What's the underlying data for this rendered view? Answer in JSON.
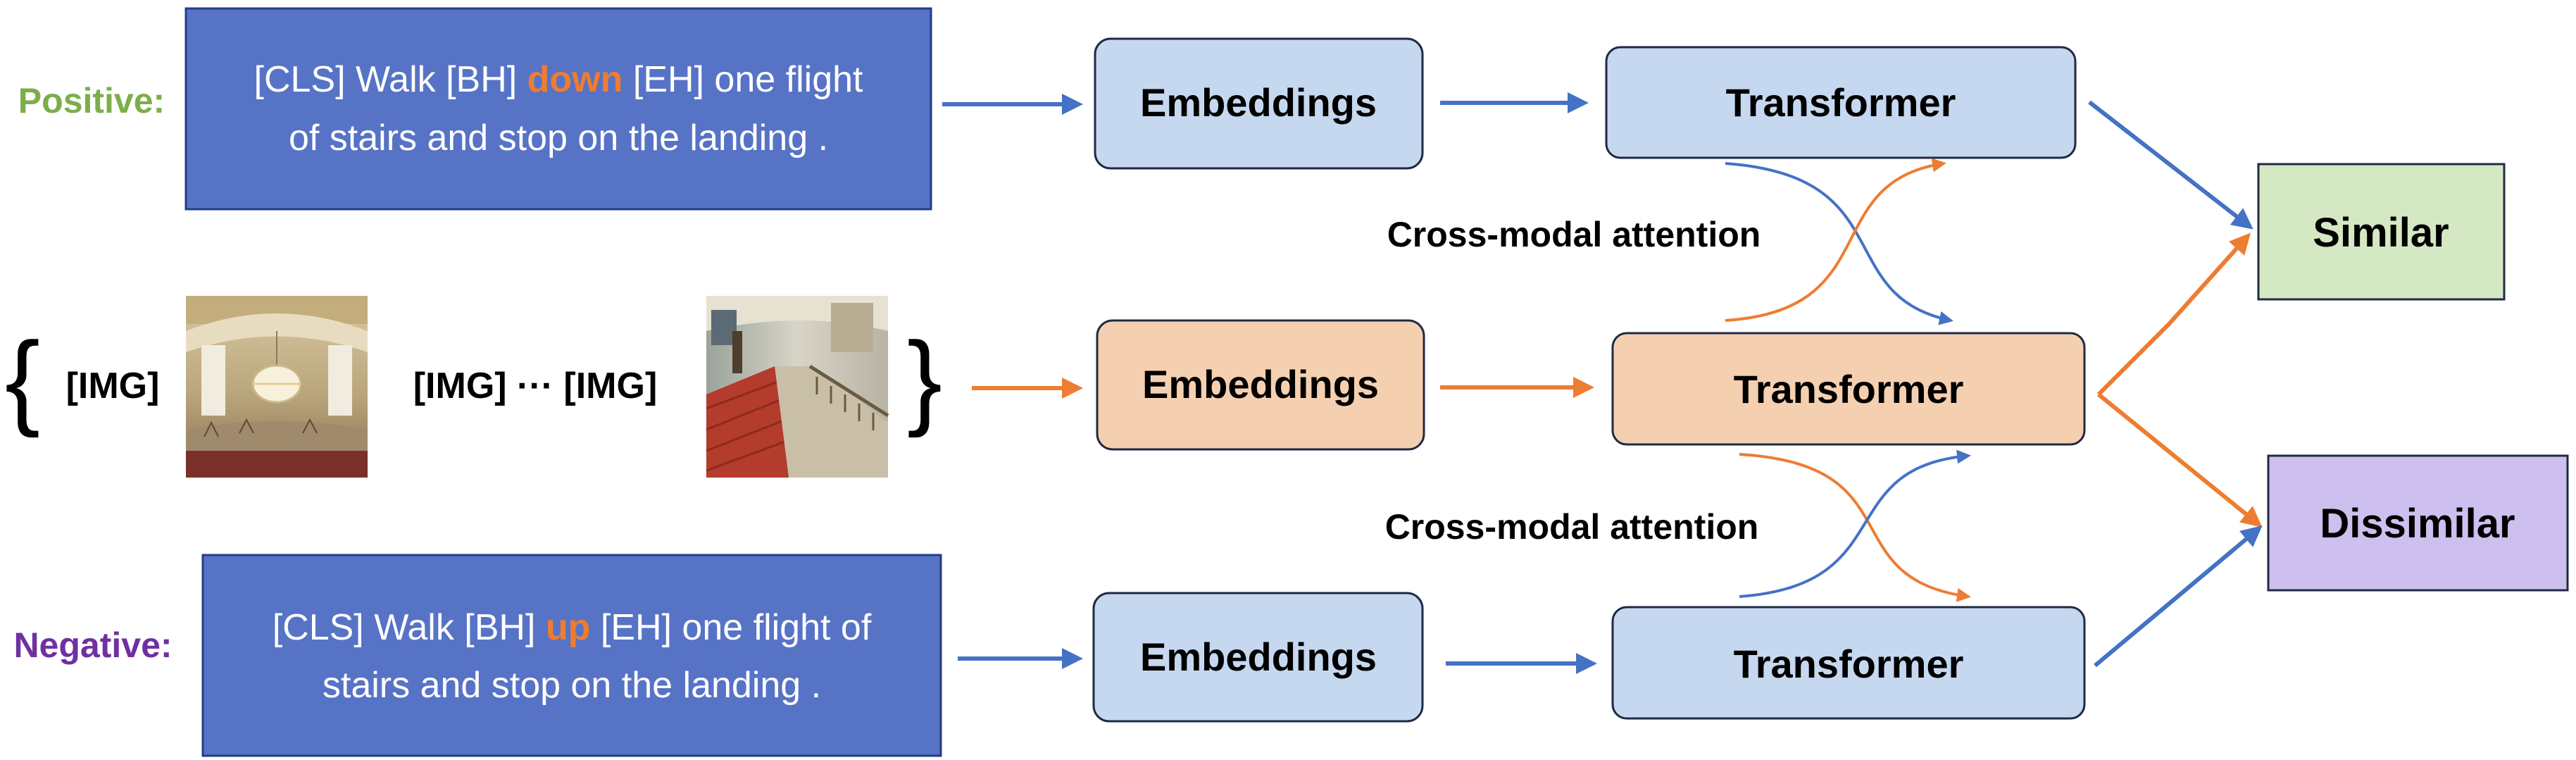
{
  "labels": {
    "positive": "Positive:",
    "negative": "Negative:"
  },
  "positive_instruction": {
    "line1_a": "[CLS] Walk [BH] ",
    "line1_key": "down",
    "line1_b": " [EH] one flight",
    "line2": "of stairs and stop on the landing ."
  },
  "negative_instruction": {
    "line1_a": "[CLS] Walk [BH] ",
    "line1_key": "up",
    "line1_b": " [EH] one flight of",
    "line2": "stairs and stop on the landing ."
  },
  "image_sequence": {
    "open_brace": "{",
    "close_brace": "}",
    "token_first": "[IMG]",
    "token_middle": "[IMG] ··· [IMG]"
  },
  "blocks": {
    "embeddings_label": "Embeddings",
    "transformer_label": "Transformer"
  },
  "cross_modal_label": "Cross-modal attention",
  "outputs": {
    "similar": "Similar",
    "dissimilar": "Dissimilar"
  },
  "colors": {
    "text_box": "#5773C6",
    "text_box_border": "#1F3C88",
    "lang_block": "#C5D8F0",
    "vision_block": "#F5D0B0",
    "similar_box": "#D5E8C4",
    "dissimilar_box": "#CDBFEE",
    "positive_label": "#7CAE4A",
    "negative_label": "#7030A0",
    "highlight_word": "#ED7D31",
    "blue_arrow": "#4472C4",
    "orange_arrow": "#ED7D31"
  }
}
